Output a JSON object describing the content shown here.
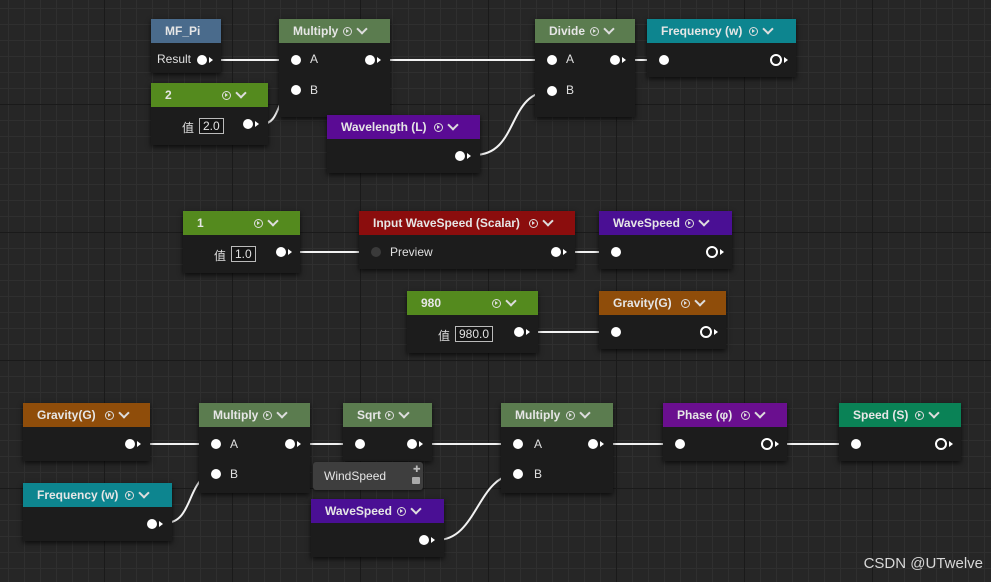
{
  "nodes": {
    "mf_pi": {
      "title": "MF_Pi",
      "output_label": "Result",
      "color": "#4a6b8c"
    },
    "multiply_top": {
      "title": "Multiply",
      "input_a": "A",
      "input_b": "B",
      "color": "#5b7c4f"
    },
    "const_2": {
      "title": "2",
      "value_label": "值",
      "value": "2.0",
      "color": "#548a1e"
    },
    "wavelength": {
      "title": "Wavelength (L)",
      "color": "#5a0b94"
    },
    "divide": {
      "title": "Divide",
      "input_a": "A",
      "input_b": "B",
      "color": "#5b7c4f"
    },
    "frequency_top": {
      "title": "Frequency (w)",
      "color": "#0d858f"
    },
    "const_1": {
      "title": "1",
      "value_label": "值",
      "value": "1.0",
      "color": "#548a1e"
    },
    "input_wavespeed": {
      "title": "Input WaveSpeed (Scalar)",
      "input_label": "Preview",
      "color": "#8b0d0d"
    },
    "wavespeed_top": {
      "title": "WaveSpeed",
      "color": "#4a0f94"
    },
    "const_980": {
      "title": "980",
      "value_label": "值",
      "value": "980.0",
      "color": "#548a1e"
    },
    "gravity_top": {
      "title": "Gravity(G)",
      "color": "#8f4d0a"
    },
    "gravity_bottom": {
      "title": "Gravity(G)",
      "color": "#8f4d0a"
    },
    "multiply_b1": {
      "title": "Multiply",
      "input_a": "A",
      "input_b": "B",
      "color": "#5b7c4f"
    },
    "sqrt": {
      "title": "Sqrt",
      "color": "#5b7c4f"
    },
    "multiply_b2": {
      "title": "Multiply",
      "input_a": "A",
      "input_b": "B",
      "color": "#5b7c4f"
    },
    "phase": {
      "title": "Phase (φ)",
      "color": "#6a0f8f"
    },
    "speed": {
      "title": "Speed (S)",
      "color": "#0a8256"
    },
    "frequency_bottom": {
      "title": "Frequency (w)",
      "color": "#0d858f"
    },
    "wavespeed_bottom": {
      "title": "WaveSpeed",
      "color": "#4a0f94"
    }
  },
  "tooltip": {
    "label": "WindSpeed"
  },
  "watermark": "CSDN @UTwelve",
  "icons": {
    "header_preview": "preview-toggle-icon",
    "header_collapse": "chevron-down-icon"
  }
}
